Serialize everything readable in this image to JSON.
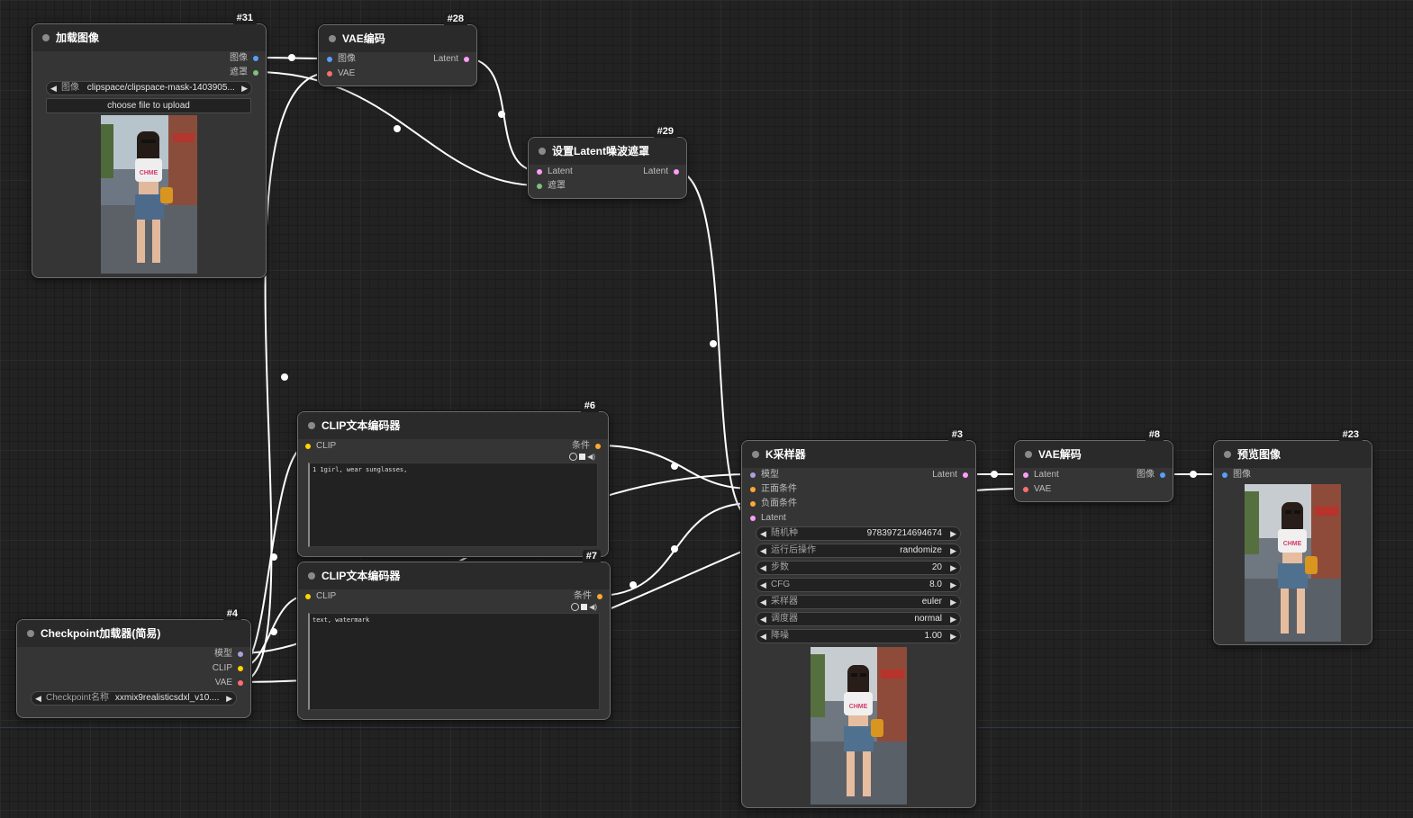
{
  "colors": {
    "image": "#5a9ef8",
    "mask": "#7ec07a",
    "latent": "#ff9cf9",
    "vae": "#ff6e6e",
    "clip": "#ffd500",
    "conditioning": "#ffa931",
    "model": "#b39ddb"
  },
  "nodes": {
    "load_image": {
      "id": "#31",
      "title": "加载图像",
      "outputs": [
        "图像",
        "遮罩"
      ],
      "widget_label": "图像",
      "widget_value": "clipspace/clipspace-mask-1403905...",
      "upload_label": "choose file to upload"
    },
    "vae_encode": {
      "id": "#28",
      "title": "VAE编码",
      "inputs": [
        "图像",
        "VAE"
      ],
      "outputs": [
        "Latent"
      ]
    },
    "set_latent_mask": {
      "id": "#29",
      "title": "设置Latent噪波遮罩",
      "inputs": [
        "Latent",
        "遮罩"
      ],
      "outputs": [
        "Latent"
      ]
    },
    "clip_text_pos": {
      "id": "#6",
      "title": "CLIP文本编码器",
      "inputs": [
        "CLIP"
      ],
      "outputs": [
        "条件"
      ],
      "text": "1 1girl, wear sunglasses,"
    },
    "clip_text_neg": {
      "id": "#7",
      "title": "CLIP文本编码器",
      "inputs": [
        "CLIP"
      ],
      "outputs": [
        "条件"
      ],
      "text": "text, watermark"
    },
    "checkpoint": {
      "id": "#4",
      "title": "Checkpoint加载器(简易)",
      "outputs": [
        "模型",
        "CLIP",
        "VAE"
      ],
      "widget_label": "Checkpoint名称",
      "widget_value": "xxmix9realisticsdxl_v10...."
    },
    "ksampler": {
      "id": "#3",
      "title": "K采样器",
      "inputs": [
        "模型",
        "正面条件",
        "负面条件",
        "Latent"
      ],
      "outputs": [
        "Latent"
      ],
      "widgets": [
        {
          "label": "随机种",
          "value": "978397214694674"
        },
        {
          "label": "运行后操作",
          "value": "randomize"
        },
        {
          "label": "步数",
          "value": "20"
        },
        {
          "label": "CFG",
          "value": "8.0"
        },
        {
          "label": "采样器",
          "value": "euler"
        },
        {
          "label": "调度器",
          "value": "normal"
        },
        {
          "label": "降噪",
          "value": "1.00"
        }
      ]
    },
    "vae_decode": {
      "id": "#8",
      "title": "VAE解码",
      "inputs": [
        "Latent",
        "VAE"
      ],
      "outputs": [
        "图像"
      ]
    },
    "preview": {
      "id": "#23",
      "title": "预览图像",
      "inputs": [
        "图像"
      ]
    }
  },
  "photo_overlay": {
    "shirt_text": "CHME"
  }
}
